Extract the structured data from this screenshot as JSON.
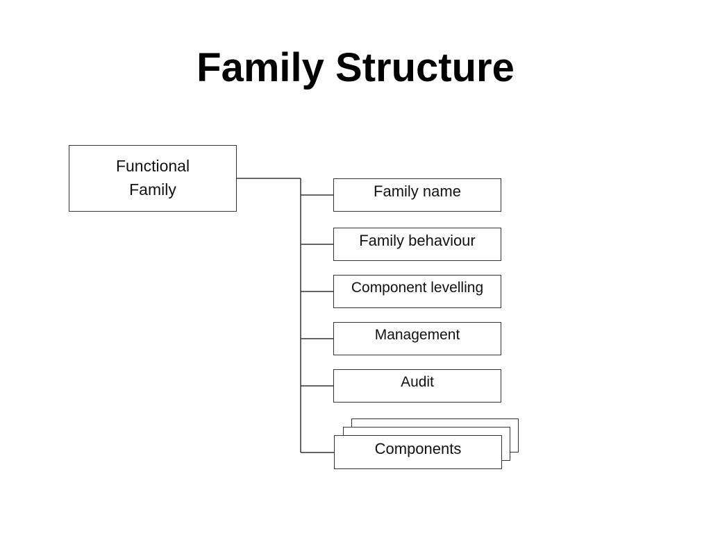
{
  "title": "Family Structure",
  "diagram": {
    "root": "Functional\nFamily",
    "children": [
      "Family name",
      "Family behaviour",
      "Component levelling",
      "Management",
      "Audit",
      "Components"
    ]
  }
}
